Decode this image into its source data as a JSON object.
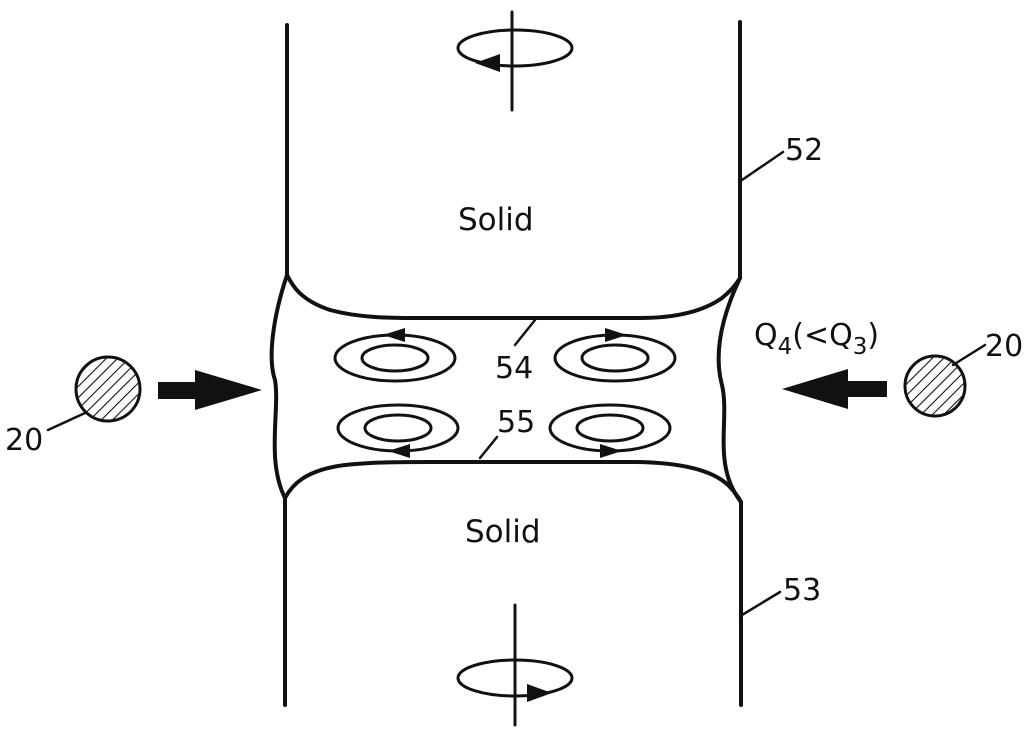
{
  "figure": {
    "labels": {
      "solid_upper": "Solid",
      "solid_lower": "Solid",
      "ref_upper_rod": "52",
      "ref_lower_rod": "53",
      "ref_upper_interface": "54",
      "ref_lower_interface": "55",
      "ref_left_lamp": "20",
      "ref_right_lamp": "20",
      "power_label_main": "Q",
      "power_label_sub": "4",
      "power_label_compare": "(<Q",
      "power_label_compare_sub": "3",
      "power_label_close": ")"
    },
    "colors": {
      "ink": "#111111",
      "paper": "#ffffff"
    }
  }
}
